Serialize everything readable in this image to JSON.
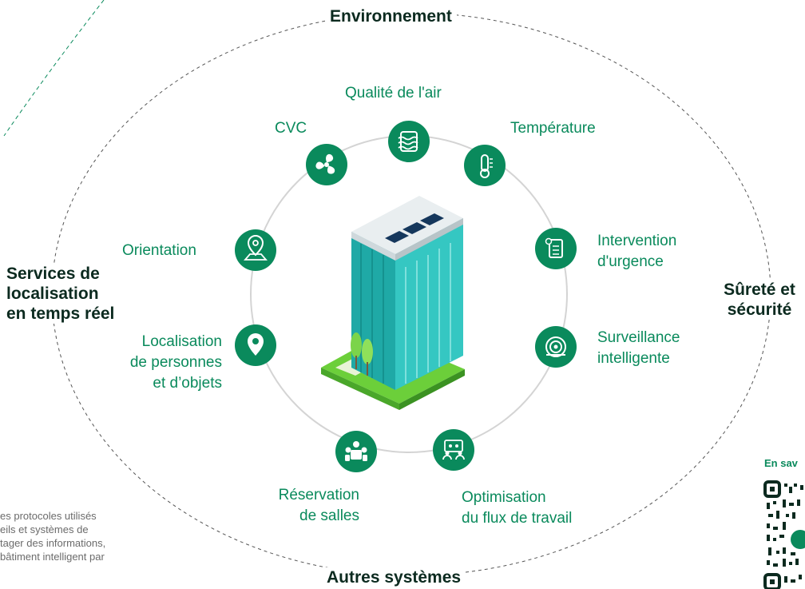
{
  "categories": {
    "top": "Environnement",
    "left": "Services de\nlocalisation\nen temps réel",
    "right": "Sûreté et\nsécurité",
    "bottom": "Autres systèmes"
  },
  "services": [
    {
      "id": "air",
      "label": "Qualité de l'air",
      "icon": "air-quality-icon"
    },
    {
      "id": "temp",
      "label": "Température",
      "icon": "thermometer-icon"
    },
    {
      "id": "cvc",
      "label": "CVC",
      "icon": "fan-icon"
    },
    {
      "id": "emergency",
      "label": "Intervention\nd'urgence",
      "icon": "emergency-document-icon"
    },
    {
      "id": "orientation",
      "label": "Orientation",
      "icon": "map-pin-icon"
    },
    {
      "id": "surveillance",
      "label": "Surveillance\nintelligente",
      "icon": "camera-icon"
    },
    {
      "id": "location",
      "label": "Localisation\nde personnes\net d’objets",
      "icon": "location-marker-icon"
    },
    {
      "id": "rooms",
      "label": "Réservation\nde salles",
      "icon": "meeting-room-icon"
    },
    {
      "id": "workflow",
      "label": "Optimisation\ndu flux de travail",
      "icon": "team-workflow-icon"
    }
  ],
  "note": "es protocoles utilisés\neils et systèmes de\ntager des informations,\nbâtiment intelligent par",
  "qr": {
    "title": "En sav"
  },
  "colors": {
    "accent": "#0a8a5c",
    "ring": "#d0d0d0",
    "dashed": "#555555",
    "building": "#35c7c2"
  }
}
